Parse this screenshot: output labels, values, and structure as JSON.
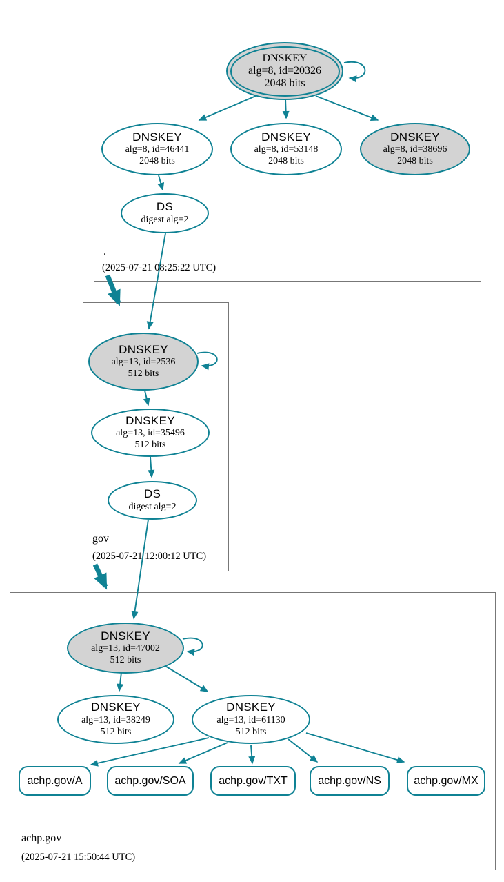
{
  "colors": {
    "edge": "#0f8294",
    "sep_key_fill": "#d3d3d3",
    "zone_box_border": "#777777"
  },
  "zones": [
    {
      "label": ".",
      "timestamp": "(2025-07-21 08:25:22 UTC)",
      "ksk": {
        "title": "DNSKEY",
        "alg": "alg=8, id=20326",
        "bits": "2048 bits"
      },
      "keys": [
        {
          "title": "DNSKEY",
          "alg": "alg=8, id=46441",
          "bits": "2048 bits"
        },
        {
          "title": "DNSKEY",
          "alg": "alg=8, id=53148",
          "bits": "2048 bits"
        },
        {
          "title": "DNSKEY",
          "alg": "alg=8, id=38696",
          "bits": "2048 bits"
        }
      ],
      "ds": {
        "title": "DS",
        "digest": "digest alg=2"
      }
    },
    {
      "label": "gov",
      "timestamp": "(2025-07-21 12:00:12 UTC)",
      "ksk": {
        "title": "DNSKEY",
        "alg": "alg=13, id=2536",
        "bits": "512 bits"
      },
      "keys": [
        {
          "title": "DNSKEY",
          "alg": "alg=13, id=35496",
          "bits": "512 bits"
        }
      ],
      "ds": {
        "title": "DS",
        "digest": "digest alg=2"
      }
    },
    {
      "label": "achp.gov",
      "timestamp": "(2025-07-21 15:50:44 UTC)",
      "ksk": {
        "title": "DNSKEY",
        "alg": "alg=13, id=47002",
        "bits": "512 bits"
      },
      "keys": [
        {
          "title": "DNSKEY",
          "alg": "alg=13, id=38249",
          "bits": "512 bits"
        },
        {
          "title": "DNSKEY",
          "alg": "alg=13, id=61130",
          "bits": "512 bits"
        }
      ],
      "rrsets": [
        {
          "label": "achp.gov/A"
        },
        {
          "label": "achp.gov/SOA"
        },
        {
          "label": "achp.gov/TXT"
        },
        {
          "label": "achp.gov/NS"
        },
        {
          "label": "achp.gov/MX"
        }
      ]
    }
  ]
}
